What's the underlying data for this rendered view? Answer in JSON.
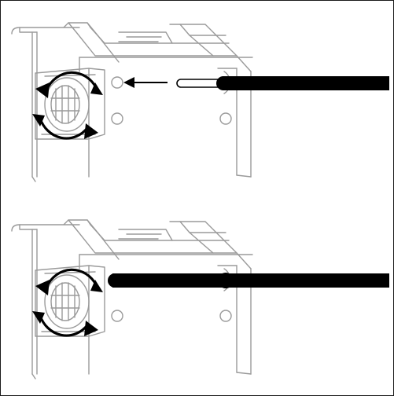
{
  "figure": {
    "panels": [
      {
        "id": "panel-1",
        "step": "insert-rod",
        "rod_state": "approaching",
        "arrow": "insert-arrow-left",
        "rotation_hint": "rotate-both-directions"
      },
      {
        "id": "panel-2",
        "step": "rod-inserted",
        "rod_state": "inserted",
        "arrow": "none",
        "rotation_hint": "rotate-both-directions"
      }
    ],
    "colors": {
      "outline": "#9a9a9a",
      "rod": "#000000",
      "arrow": "#000000",
      "background": "#ffffff"
    }
  }
}
